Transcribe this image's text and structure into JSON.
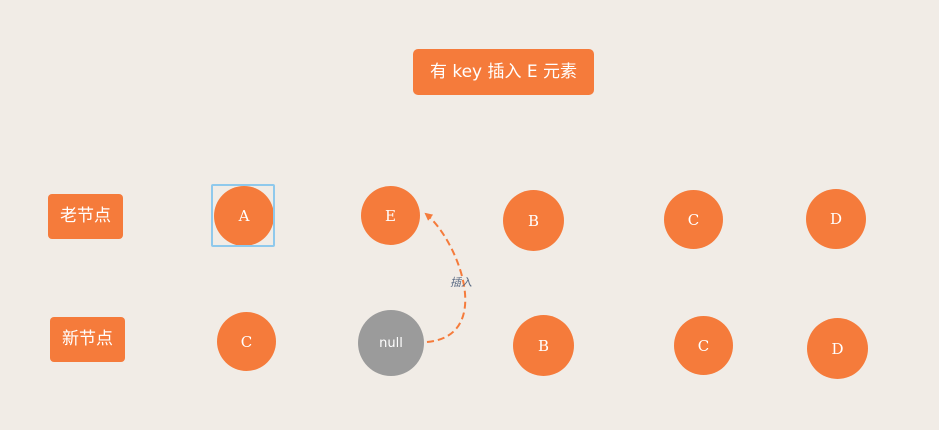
{
  "title": "有 key 插入 E 元素",
  "rows": {
    "old_label": "老节点",
    "new_label": "新节点"
  },
  "old_nodes": [
    "A",
    "E",
    "B",
    "C",
    "D"
  ],
  "new_nodes": [
    "C",
    "null",
    "B",
    "C",
    "D"
  ],
  "edge_label": "插入",
  "colors": {
    "background": "#f1ece6",
    "node": "#f57b3b",
    "null_node": "#9b9b9b",
    "selection": "#8fc9ec",
    "edge_label": "#5b6b84"
  }
}
